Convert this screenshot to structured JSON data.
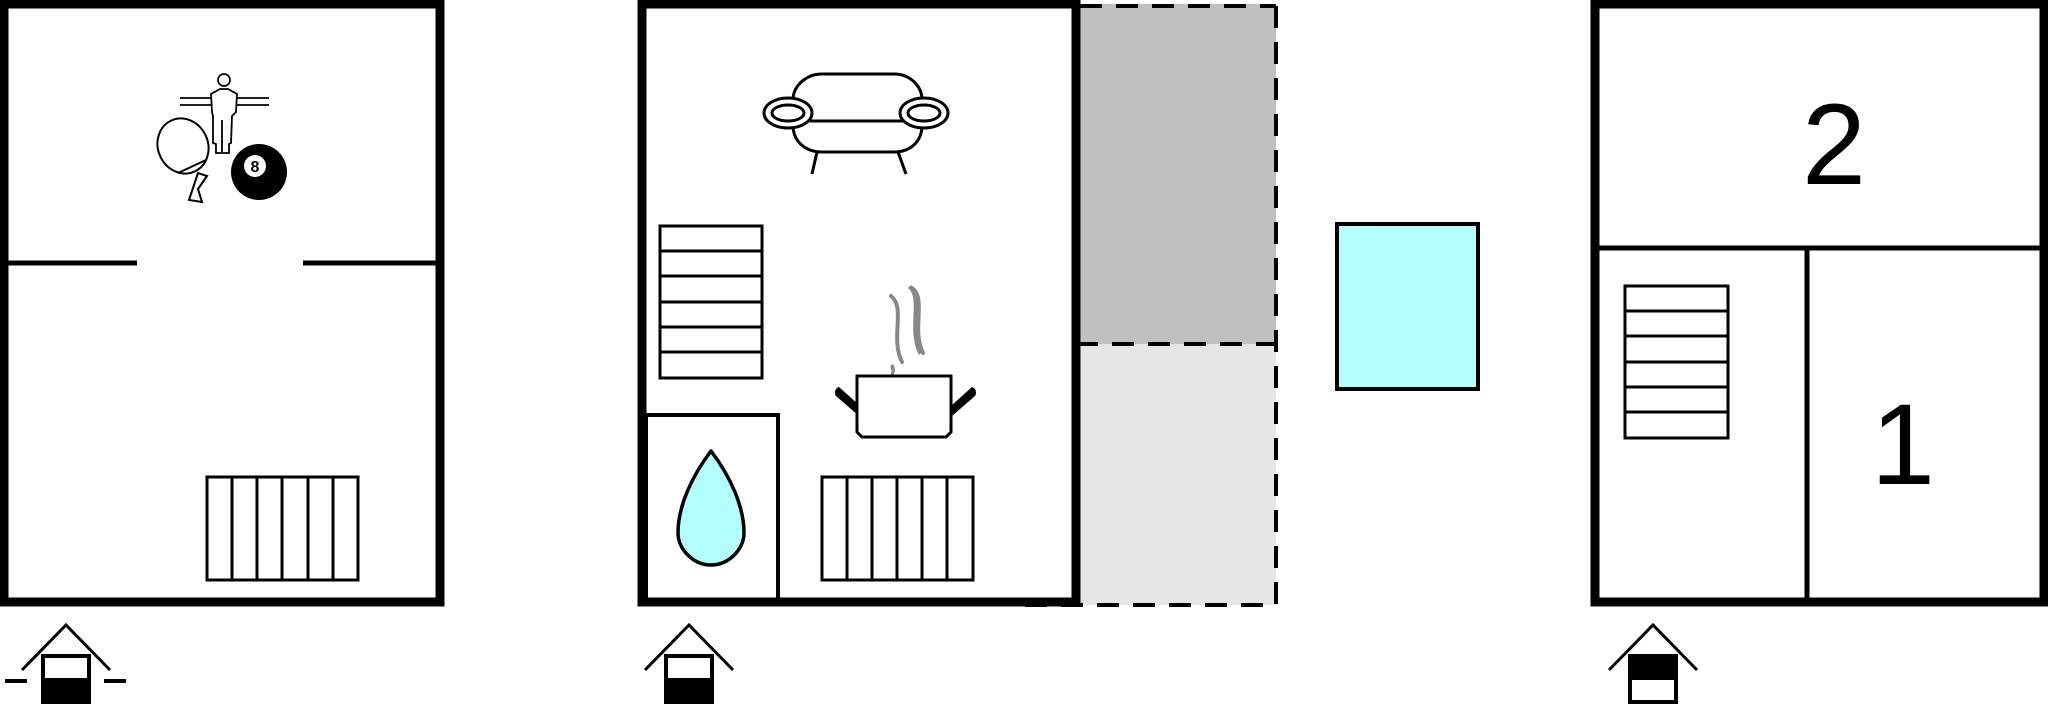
{
  "floors": [
    {
      "id": "basement",
      "icons": [
        "table-football-icon",
        "table-tennis-icon",
        "billiards-8-ball-icon",
        "staircase-icon"
      ],
      "entrance_icon": "entrance-house-icon-basement"
    },
    {
      "id": "ground-floor",
      "icons": [
        "sofa-icon",
        "staircase-icon",
        "cooking-pot-icon",
        "bathroom-water-drop-icon",
        "staircase-icon"
      ],
      "areas": [
        "terrace-covered",
        "terrace-open",
        "pool"
      ],
      "entrance_icon": "entrance-house-icon-ground"
    },
    {
      "id": "first-floor",
      "icons": [
        "staircase-icon"
      ],
      "bedrooms": [
        {
          "label": "2"
        },
        {
          "label": "1"
        }
      ],
      "entrance_icon": "entrance-house-icon-upper"
    }
  ],
  "colors": {
    "wall": "#000000",
    "water": "#b3ffff",
    "terrace_covered": "#c0c0c0",
    "terrace_open": "#e6e6e6",
    "steam": "#888888"
  }
}
